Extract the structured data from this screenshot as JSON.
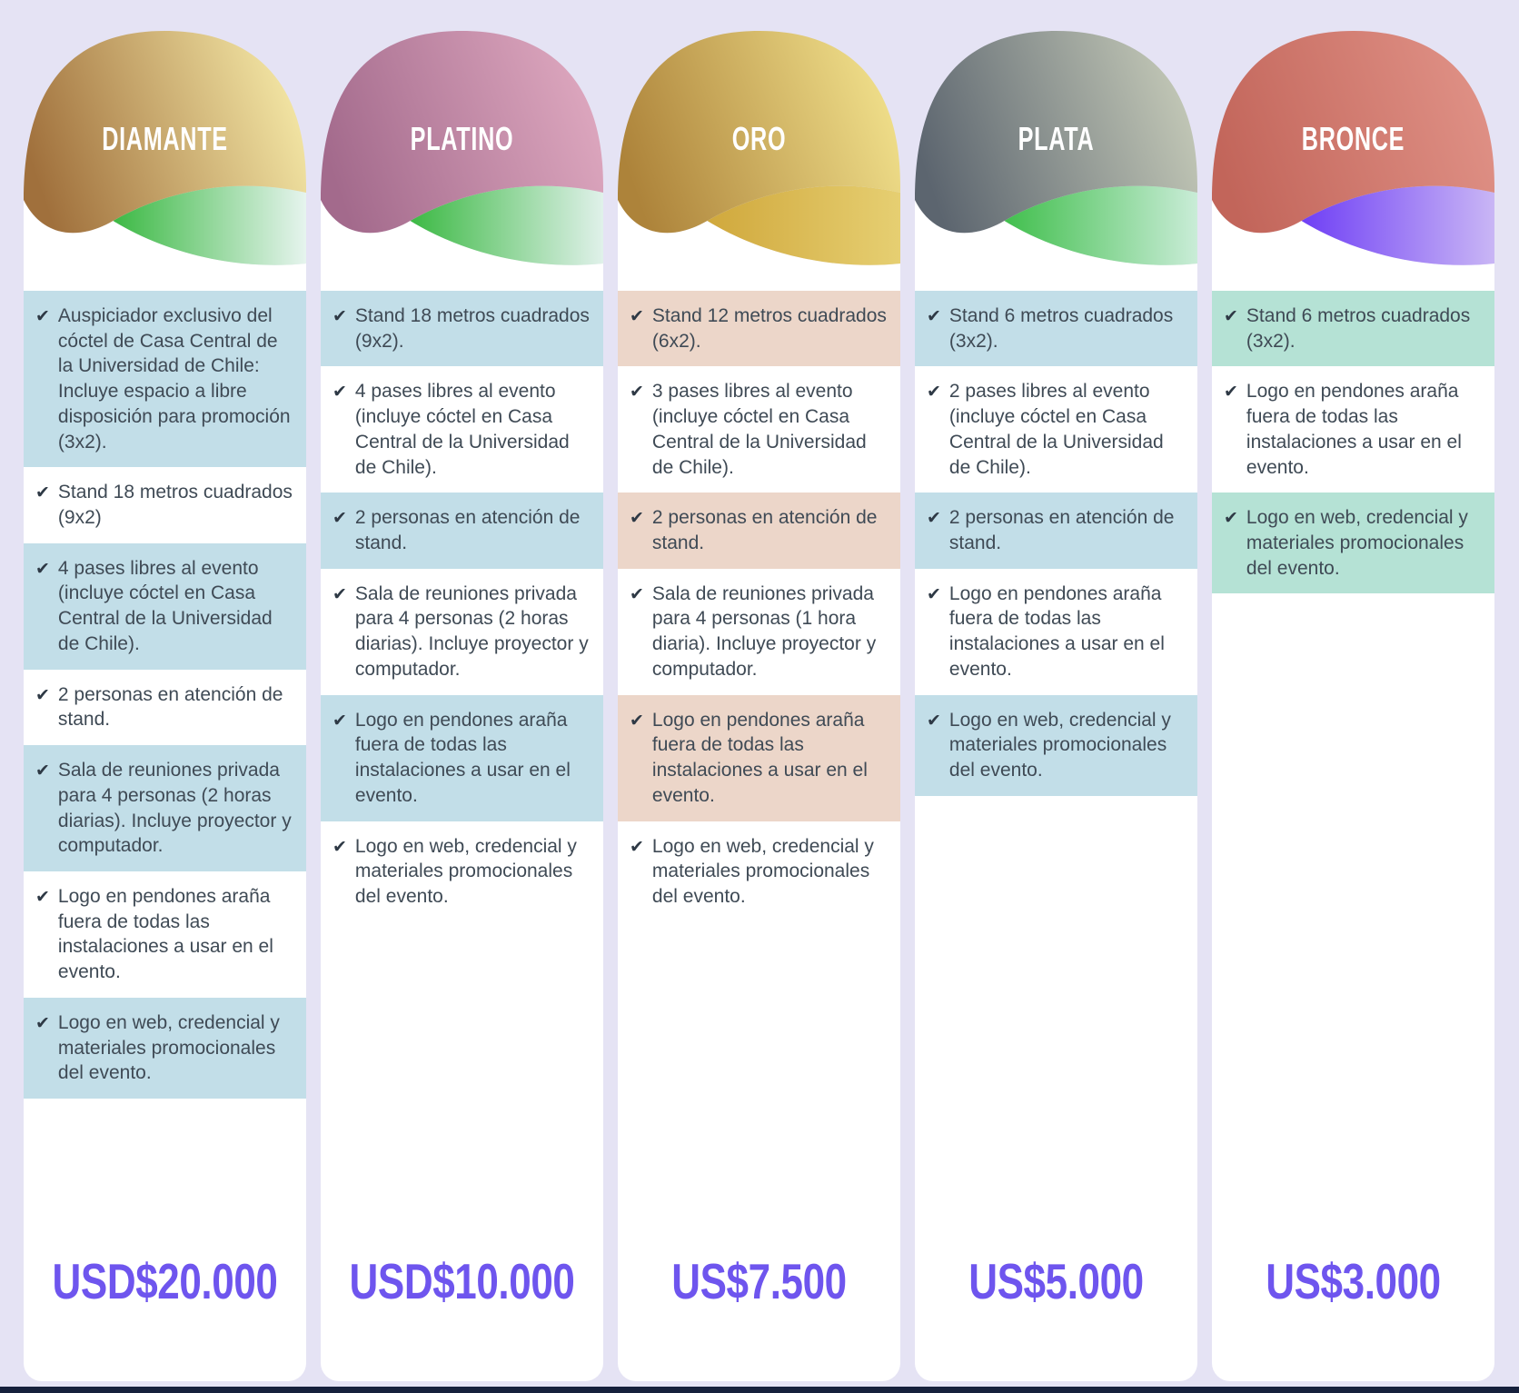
{
  "page": {
    "background_color": "#e5e3f4",
    "footer_bar_color": "#16203c"
  },
  "accent": {
    "price_color": "#6e55ee",
    "text_color": "#3f4a55",
    "check_color": "#2e3945",
    "title_color": "#ffffff",
    "check_glyph": "✔"
  },
  "tiers": [
    {
      "name": "DIAMANTE",
      "price": "USD$20.000",
      "dome_gradient": {
        "from": "#a0703c",
        "to": "#f6eaa8"
      },
      "wave_gradient": {
        "from": "#3cb944",
        "to": "#e6f4ee"
      },
      "highlight_color": "#c2dee8",
      "features": [
        {
          "text": "Auspiciador exclusivo del cóctel de Casa Central de la Universidad de Chile: Incluye espacio a libre disposición para promoción (3x2).",
          "highlighted": true
        },
        {
          "text": "Stand 18 metros cuadrados (9x2)",
          "highlighted": false
        },
        {
          "text": "4 pases libres al evento (incluye cóctel en Casa Central de la Universidad de Chile).",
          "highlighted": true
        },
        {
          "text": "2 personas en atención de stand.",
          "highlighted": false
        },
        {
          "text": "Sala de reuniones privada para 4 personas (2 horas diarias). Incluye proyector y computador.",
          "highlighted": true
        },
        {
          "text": "Logo en pendones araña fuera de todas las instalaciones a usar en el evento.",
          "highlighted": false
        },
        {
          "text": "Logo en web, credencial y materiales promocionales del evento.",
          "highlighted": true
        }
      ]
    },
    {
      "name": "PLATINO",
      "price": "USD$10.000",
      "dome_gradient": {
        "from": "#a36a8c",
        "to": "#dfa9c0"
      },
      "wave_gradient": {
        "from": "#3cb944",
        "to": "#e0f1ea"
      },
      "highlight_color": "#c2dee8",
      "features": [
        {
          "text": "Stand 18 metros cuadrados (9x2).",
          "highlighted": true
        },
        {
          "text": "4 pases libres al evento (incluye cóctel en Casa Central de la Universidad de Chile).",
          "highlighted": false
        },
        {
          "text": "2 personas en atención de stand.",
          "highlighted": true
        },
        {
          "text": "Sala de reuniones privada para 4 personas (2 horas diarias). Incluye proyector y computador.",
          "highlighted": false
        },
        {
          "text": "Logo en pendones araña fuera de todas las instalaciones a usar en el evento.",
          "highlighted": true
        },
        {
          "text": "Logo en web, credencial y materiales promocionales del evento.",
          "highlighted": false
        }
      ]
    },
    {
      "name": "ORO",
      "price": "US$7.500",
      "dome_gradient": {
        "from": "#ad833a",
        "to": "#f2e28d"
      },
      "wave_gradient": {
        "from": "#d0a83c",
        "to": "#e6cf72"
      },
      "highlight_color": "#ecd6c9",
      "features": [
        {
          "text": "Stand 12 metros cuadrados (6x2).",
          "highlighted": true
        },
        {
          "text": "3 pases libres al evento (incluye cóctel en Casa Central de la Universidad de Chile).",
          "highlighted": false
        },
        {
          "text": "2 personas en atención de stand.",
          "highlighted": true
        },
        {
          "text": "Sala de reuniones privada para 4 personas (1 hora diaria). Incluye proyector y computador.",
          "highlighted": false
        },
        {
          "text": "Logo en pendones araña fuera de todas las instalaciones a usar en el evento.",
          "highlighted": true
        },
        {
          "text": "Logo en web, credencial y materiales promocionales del evento.",
          "highlighted": false
        }
      ]
    },
    {
      "name": "PLATA",
      "price": "US$5.000",
      "dome_gradient": {
        "from": "#5c656f",
        "to": "#c6cbb9"
      },
      "wave_gradient": {
        "from": "#41bf4d",
        "to": "#c9ecd7"
      },
      "highlight_color": "#c2dee8",
      "features": [
        {
          "text": "Stand 6 metros cuadrados (3x2).",
          "highlighted": true
        },
        {
          "text": "2 pases libres al evento (incluye cóctel en Casa Central de la Universidad de Chile).",
          "highlighted": false
        },
        {
          "text": "2 personas en atención de stand.",
          "highlighted": true
        },
        {
          "text": "Logo en pendones araña fuera de todas las instalaciones a usar en el evento.",
          "highlighted": false
        },
        {
          "text": "Logo en web, credencial y materiales promocionales del evento.",
          "highlighted": true
        }
      ]
    },
    {
      "name": "BRONCE",
      "price": "US$3.000",
      "dome_gradient": {
        "from": "#c2655a",
        "to": "#e09287"
      },
      "wave_gradient": {
        "from": "#6f3ff5",
        "to": "#c9b6f5"
      },
      "highlight_color": "#b5e2d5",
      "features": [
        {
          "text": "Stand 6 metros cuadrados (3x2).",
          "highlighted": true
        },
        {
          "text": "Logo en pendones araña fuera de todas las instalaciones a usar en el evento.",
          "highlighted": false
        },
        {
          "text": "Logo en web, credencial y materiales promocionales del evento.",
          "highlighted": true
        }
      ]
    }
  ]
}
